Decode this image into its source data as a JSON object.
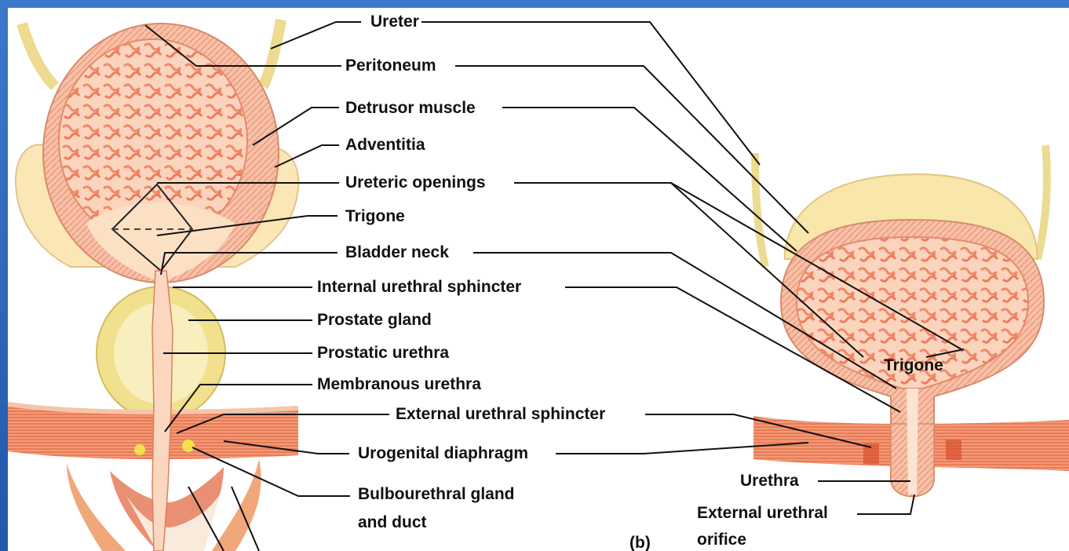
{
  "figure": {
    "panel_label": "(b)",
    "labels": {
      "ureter": "Ureter",
      "peritoneum": "Peritoneum",
      "detrusor": "Detrusor muscle",
      "adventitia": "Adventitia",
      "ureteric_openings": "Ureteric openings",
      "trigone": "Trigone",
      "bladder_neck": "Bladder neck",
      "internal_sphincter": "Internal urethral sphincter",
      "prostate": "Prostate gland",
      "prostatic_urethra": "Prostatic urethra",
      "membranous_urethra": "Membranous urethra",
      "external_sphincter": "External urethral sphincter",
      "urogenital_diaphragm": "Urogenital diaphragm",
      "bulbourethral_1": "Bulbourethral gland",
      "bulbourethral_2": "and duct",
      "trigone_b": "Trigone",
      "urethra_b": "Urethra",
      "ext_orifice_1": "External urethral",
      "ext_orifice_2": "orifice"
    }
  }
}
